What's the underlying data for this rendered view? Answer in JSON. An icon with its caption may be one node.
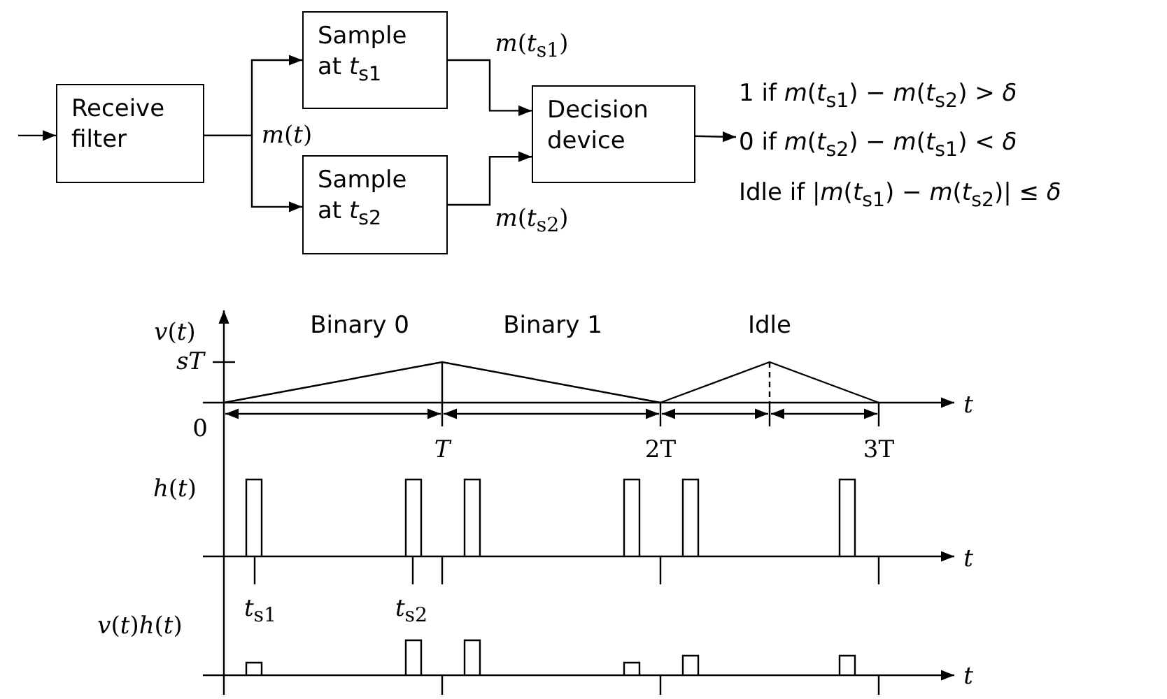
{
  "diagram": {
    "nodes": [
      {
        "text": [
          "Receive filter"
        ]
      },
      {
        "text": [
          "Sample at *t*$_{s1}$"
        ]
      },
      {
        "text": [
          "Sample at *t*$_{s2}$"
        ]
      },
      {
        "text": [
          "Decision device"
        ]
      },
      {
        "text": [
          "1 if *m*(*t*$_{s1}$) − *m*(*t*$_{s2}$) > *δ*",
          "0 if *m*(*t*$_{s2}$) − *m*(*t*$_{s1}$) < *δ*",
          "Idle if |*m*(*t*$_{s1}$) − *m*(*t*$_{s2}$)| ≤ *δ*"
        ]
      }
    ],
    "edges": [
      {
        "from": null,
        "to": 0,
        "arrow": "to"
      },
      {
        "from": 0,
        "to": 1,
        "arrow": "to"
      },
      {
        "from": 0,
        "to": 2,
        "arrow": "to"
      },
      {
        "from": 1,
        "to": 3,
        "arrow": "to",
        "label": "*m*(*t*$_{s1}$)"
      },
      {
        "from": 2,
        "to": 3,
        "arrow": "to",
        "label": "*m*(*t*$_{s2}$)"
      },
      {
        "from": 3,
        "to": 4,
        "arrow": "to"
      }
    ],
    "labels": [
      "*m*(*t*)",
      "*v*(*t*)",
      "Binary 0",
      "Binary 1",
      "Idle",
      "*sT*",
      "0",
      "*t*",
      "*T*",
      "2T",
      "3T",
      "*h*(*t*)",
      "*t*",
      "*t*$_{s1}$",
      "*t*$_{s2}$",
      "*v*(*t*)*h*(*t*)",
      "*t*"
    ]
  }
}
